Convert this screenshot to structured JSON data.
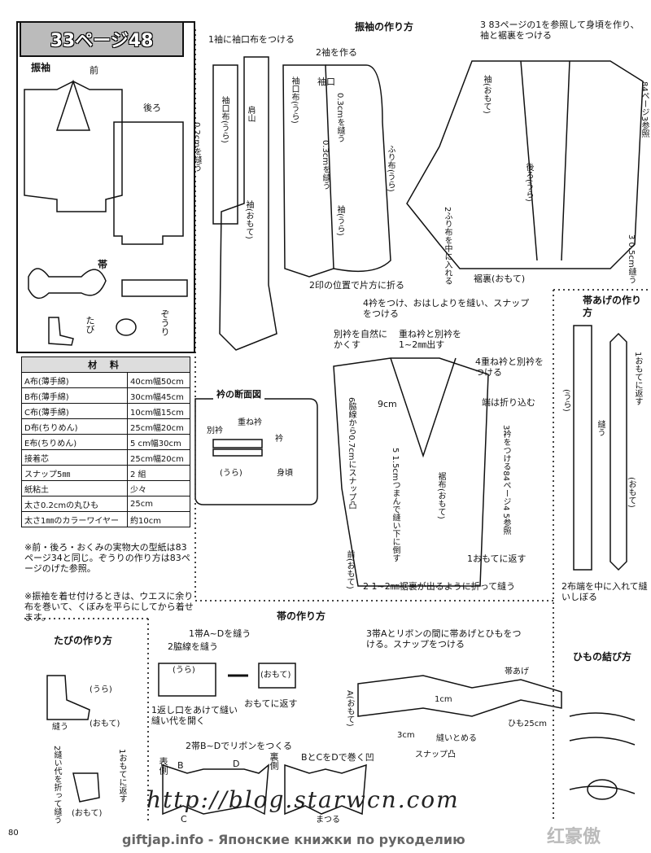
{
  "header": {
    "page_ref": "33ページ48"
  },
  "left_panel": {
    "title": "振袖",
    "front": "前",
    "back": "後ろ",
    "obi": "帯",
    "tabi": "たび",
    "zori": "ぞうり"
  },
  "materials": {
    "title": "材 料",
    "rows": [
      [
        "A布(薄手綿)",
        "40cm幅50cm"
      ],
      [
        "B布(薄手綿)",
        "30cm幅45cm"
      ],
      [
        "C布(薄手綿)",
        "10cm幅15cm"
      ],
      [
        "D布(ちりめん)",
        "25cm幅20cm"
      ],
      [
        "E布(ちりめん)",
        "5 cm幅30cm"
      ],
      [
        "接着芯",
        "25cm幅20cm"
      ],
      [
        "スナップ5㎜",
        "2 組"
      ],
      [
        "紙粘土",
        "少々"
      ],
      [
        "太さ0.2cmの丸ひも",
        "25cm"
      ],
      [
        "太さ1㎜のカラーワイヤー",
        "約10cm"
      ]
    ]
  },
  "notes": {
    "note1": "※前・後ろ・おくみの実物大の型紙は83ページ34と同じ。ぞうりの作り方は83ページのげた参照。",
    "note2": "※振袖を着せ付けるときは、ウエスに余り布を巻いて、くぼみを平らにしてから着せます。"
  },
  "furisode": {
    "title": "振袖の作り方",
    "step1": "1袖に袖口布をつける",
    "step2": "2袖を作る",
    "step3": "3 83ページの1を参照して身頃を作り、袖と裾裏をつける",
    "step4": "4衿をつけ、おはしよりを縫い、スナップをつける",
    "label_sodeguchi": "袖口布(うら)",
    "label_kata": "肩山",
    "label_nuu02": "0.2cmを縫う",
    "label_sode_omote": "袖(おもて)",
    "label_sode_ura": "袖(うら)",
    "label_furinuno": "ふり布(うら)",
    "label_nuu03a": "0.3cmを縫う",
    "label_nuu03b": "0.3cmを縫う",
    "label_sodeguchi_small": "袖口",
    "label_fold": "2印の位置で片方に折る",
    "label_sode_omote2": "袖(おもて)",
    "label_ushiro": "後ろ(うら)",
    "label_furi_naka": "2ふり布を中に入れる",
    "label_susoura": "裾裏(おもて)",
    "label_84_ref": "84ページ3参照",
    "label_05": "3 0.5cm縫う",
    "label_betsueri_shizen": "別衿を自然にかくす",
    "label_kasane_deru": "重ね衿と別衿を1~2㎜出す",
    "label_kasane_tsukeru": "4重ね衿と別衿をつける",
    "label_hashi": "端は折り込む",
    "label_9cm": "9cm",
    "label_wakisen": "6脇線から0.7cmにスナップ凸",
    "label_tsumande": "5 1.5cmつまんで縫い下に倒す",
    "label_susonuno": "裾布(おもて)",
    "label_eri_tsukeru": "3衿をつける84ページ4 5参照",
    "label_mae": "前(おもて)",
    "label_omote_kaesu": "1おもてに返す",
    "label_susoura_oru": "2 1~2㎜裾裏が出るように折って縫う",
    "eri_title": "衿の断面図",
    "eri_betsu": "別衿",
    "eri_kasane": "重ね衿",
    "eri_eri": "衿",
    "eri_ura": "(うら)",
    "eri_migoro": "身頃"
  },
  "obiage": {
    "title": "帯あげの作り方",
    "ura": "(うら)",
    "nuu": "縫う",
    "omote_kaesu": "1おもてに返す",
    "omote": "(おもて)",
    "shibo": "2布端を中に入れて縫いしぼる"
  },
  "obi": {
    "title": "帯の作り方",
    "step1": "1帯A~Dを縫う",
    "step2": "2脇線を縫う",
    "ura": "(うら)",
    "omote": "(おもて)",
    "omote_kaesu": "おもてに返す",
    "kaeshi": "1返し口をあけて縫い縫い代を開く",
    "step_ribbon": "2帯B~Dでリボンをつくる",
    "omote_gawa": "表側",
    "ura_gawa": "裏側",
    "b": "B",
    "c": "C",
    "d": "D",
    "bc_to_d": "BとCをDで巻く凹",
    "matsuru": "まつる",
    "step3": "3帯Aとリボンの間に帯あげとひもをつける。スナップをつける",
    "obiage": "帯あげ",
    "a_omote": "A(おもて)",
    "one_cm": "1cm",
    "himo": "ひも25cm",
    "three_cm": "3cm",
    "nuitomeru": "縫いとめる",
    "snap": "スナップ凸"
  },
  "tabi": {
    "title": "たびの作り方",
    "ura": "(うら)",
    "omote": "(おもて)",
    "nuu": "縫う",
    "step1": "1おもてに返す",
    "step2": "2縫い代を折って縫う",
    "omote2": "(おもて)"
  },
  "himo": {
    "title": "ひもの結び方"
  },
  "footer": {
    "page_no": "80",
    "watermark": "http://blog.starwcn.com",
    "site": "giftjap.info - Японские книжки по рукоделию",
    "stamp": "红豪傲"
  }
}
